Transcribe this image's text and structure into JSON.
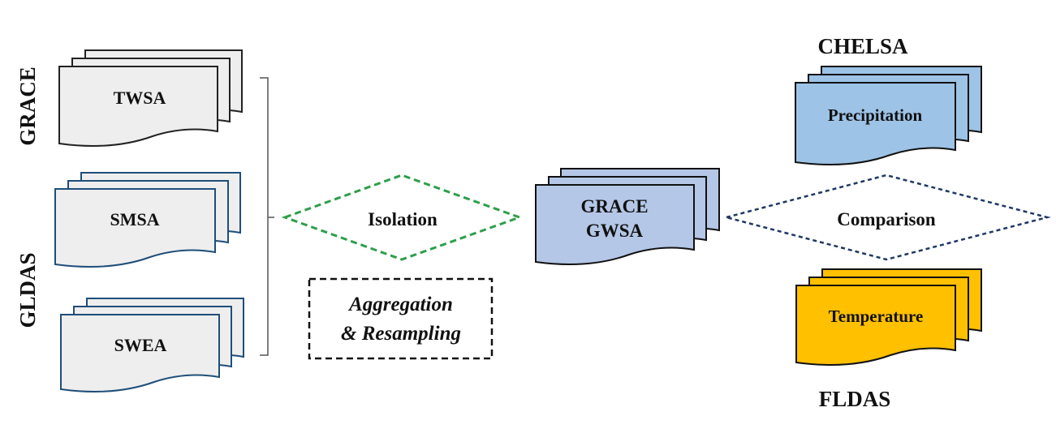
{
  "side_labels": {
    "grace": "GRACE",
    "gldas": "GLDAS"
  },
  "inputs": {
    "twsa": "TWSA",
    "smsa": "SMSA",
    "swea": "SWEA"
  },
  "process": {
    "isolation": "Isolation",
    "aggregation_line1": "Aggregation",
    "aggregation_line2": "& Resampling"
  },
  "output": {
    "line1": "GRACE",
    "line2": "GWSA"
  },
  "comparison": {
    "label": "Comparison"
  },
  "datasets": {
    "chelsa_label": "CHELSA",
    "precipitation": "Precipitation",
    "fldas_label": "FLDAS",
    "temperature": "Temperature"
  },
  "colors": {
    "grey_fill": "#eeeeee",
    "grey_stroke": "#222222",
    "blue_stroke": "#1f4e79",
    "gwsa_fill": "#b4c7e7",
    "precip_fill": "#9dc3e6",
    "temp_fill": "#ffc000",
    "isolation_stroke": "#2e9e4a",
    "comparison_stroke": "#1f3864"
  }
}
